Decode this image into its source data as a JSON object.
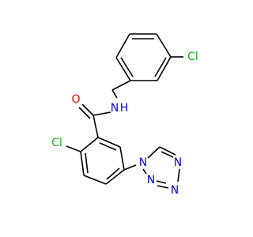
{
  "molecule": {
    "colors": {
      "bond": "#000000",
      "Cl": "#1fa51f",
      "O": "#ff0000",
      "N": "#0000ff",
      "background": "#ffffff"
    },
    "atoms": {
      "cl_benzyl": "Cl",
      "nh": "N",
      "h": "H",
      "o_carbonyl": "O",
      "cl_ring": "Cl",
      "n_t1": "N",
      "n_t2": "N",
      "n_t3": "N",
      "n_t4": "N"
    }
  }
}
